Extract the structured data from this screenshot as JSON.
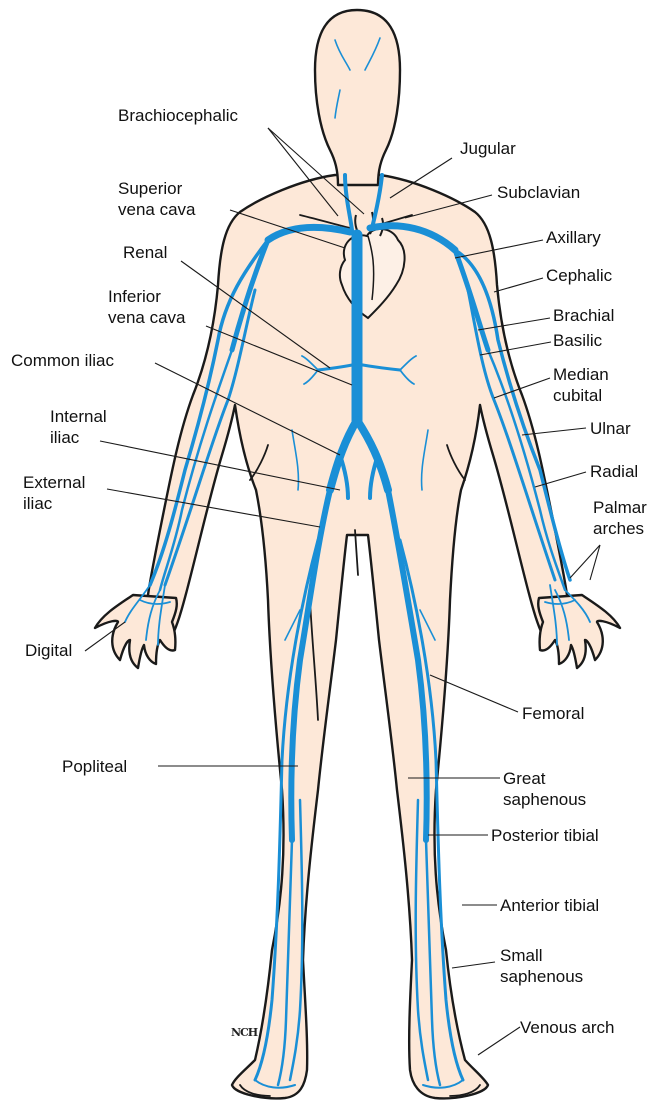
{
  "labels": {
    "brachiocephalic": "Brachiocephalic",
    "jugular": "Jugular",
    "superior_vena_cava": "Superior\nvena cava",
    "subclavian": "Subclavian",
    "axillary": "Axillary",
    "renal": "Renal",
    "cephalic": "Cephalic",
    "inferior_vena_cava": "Inferior\nvena cava",
    "brachial": "Brachial",
    "basilic": "Basilic",
    "common_iliac": "Common iliac",
    "median_cubital": "Median\ncubital",
    "internal_iliac": "Internal\niliac",
    "ulnar": "Ulnar",
    "radial": "Radial",
    "external_iliac": "External\niliac",
    "palmar_arches": "Palmar\narches",
    "digital": "Digital",
    "femoral": "Femoral",
    "popliteal": "Popliteal",
    "great_saphenous": "Great\nsaphenous",
    "posterior_tibial": "Posterior tibial",
    "anterior_tibial": "Anterior tibial",
    "small_saphenous": "Small\nsaphenous",
    "venous_arch": "Venous arch"
  },
  "signature": "NCH",
  "colors": {
    "vein": "#1a8fd6",
    "skin": "#fde8d8",
    "outline": "#1a1a1a"
  }
}
